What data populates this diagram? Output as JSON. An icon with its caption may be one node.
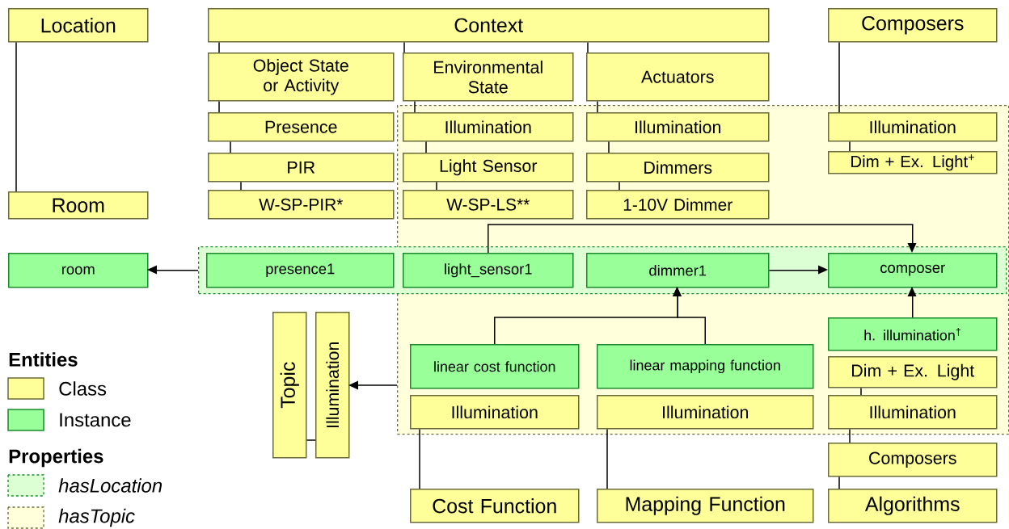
{
  "diagram": {
    "nodes": [
      {
        "text": [],
        "shape": "box"
      },
      {
        "text": [],
        "shape": "box"
      },
      {
        "text": [
          "Location"
        ]
      },
      {
        "text": [
          "Context"
        ]
      },
      {
        "text": [
          "Composers"
        ]
      },
      {
        "text": [
          "Object State or Activity"
        ]
      },
      {
        "text": [
          "Environmental State"
        ]
      },
      {
        "text": [
          "Actuators"
        ]
      },
      {
        "text": [
          "Presence"
        ]
      },
      {
        "text": [
          "Illumination"
        ],
        "in": 0
      },
      {
        "text": [
          "Illumination"
        ],
        "in": 0
      },
      {
        "text": [
          "Illumination"
        ],
        "in": 0
      },
      {
        "text": [
          "PIR"
        ]
      },
      {
        "text": [
          "Light Sensor"
        ],
        "in": 0
      },
      {
        "text": [
          "Dimmers"
        ],
        "in": 0
      },
      {
        "text": [
          "Dim + Ex. Light$^{+}$"
        ],
        "in": 0
      },
      {
        "text": [
          "Room"
        ]
      },
      {
        "text": [
          "W-SP-PIR*"
        ]
      },
      {
        "text": [
          "W-SP-LS**"
        ],
        "in": 0
      },
      {
        "text": [
          "1-10V Dimmer"
        ],
        "in": 0
      },
      {
        "text": [
          "room"
        ]
      },
      {
        "text": [
          "presence1"
        ],
        "in": 1
      },
      {
        "text": [
          "light_sensor1"
        ]
      },
      {
        "text": [
          "dimmer1"
        ]
      },
      {
        "text": [
          "composer"
        ]
      },
      {
        "text": [
          "Topic"
        ]
      },
      {
        "text": [
          "Illumination"
        ]
      },
      {
        "text": [
          "h. illumination$^{†}$"
        ],
        "in": 0
      },
      {
        "text": [
          "linear cost function"
        ],
        "in": 0
      },
      {
        "text": [
          "linear mapping function"
        ],
        "in": 0
      },
      {
        "text": [
          "Dim + Ex. Light"
        ],
        "in": 0
      },
      {
        "text": [
          "Illumination"
        ],
        "in": 0
      },
      {
        "text": [
          "Illumination"
        ],
        "in": 0
      },
      {
        "text": [
          "Illumination"
        ],
        "in": 0
      },
      {
        "text": [
          "Composers"
        ]
      },
      {
        "text": [
          "Cost Function"
        ]
      },
      {
        "text": [
          "Mapping Function"
        ]
      },
      {
        "text": [
          "Algorithms"
        ]
      }
    ],
    "edges": [
      {
        "from": 2,
        "to": 16,
        "arrow": "none"
      },
      {
        "from": 3,
        "to": 5,
        "arrow": "none"
      },
      {
        "from": 3,
        "to": 6,
        "arrow": "none"
      },
      {
        "from": 3,
        "to": 7,
        "arrow": "none"
      },
      {
        "from": 4,
        "to": 11,
        "arrow": "none"
      },
      {
        "from": 5,
        "to": 8,
        "arrow": "none"
      },
      {
        "from": 8,
        "to": 12,
        "arrow": "none"
      },
      {
        "from": 12,
        "to": 17,
        "arrow": "none"
      },
      {
        "from": 6,
        "to": 9,
        "arrow": "none"
      },
      {
        "from": 9,
        "to": 13,
        "arrow": "none"
      },
      {
        "from": 13,
        "to": 18,
        "arrow": "none"
      },
      {
        "from": 7,
        "to": 10,
        "arrow": "none"
      },
      {
        "from": 10,
        "to": 14,
        "arrow": "none"
      },
      {
        "from": 14,
        "to": 19,
        "arrow": "none"
      },
      {
        "from": 11,
        "to": 15,
        "arrow": "none"
      },
      {
        "from": 1,
        "to": 20,
        "arrow": "to"
      },
      {
        "from": 25,
        "to": 26,
        "arrow": "none"
      },
      {
        "from": 22,
        "to": 24,
        "arrow": "to"
      },
      {
        "from": 23,
        "to": 24,
        "arrow": "to"
      },
      {
        "from": 28,
        "to": 23,
        "arrow": "to"
      },
      {
        "from": 29,
        "to": 23,
        "arrow": "to"
      },
      {
        "from": 27,
        "to": 24,
        "arrow": "to"
      },
      {
        "from": 33,
        "to": 30,
        "arrow": "none"
      },
      {
        "from": 33,
        "to": 34,
        "arrow": "none"
      },
      {
        "from": 34,
        "to": 37,
        "arrow": "none"
      },
      {
        "from": 31,
        "to": 35,
        "arrow": "none"
      },
      {
        "from": 32,
        "to": 36,
        "arrow": "none"
      },
      {
        "from": 0,
        "to": 26,
        "arrow": "to"
      }
    ],
    "labels": [
      "Entities",
      "Properties"
    ],
    "legend": [
      {
        "text": "Class",
        "color": "#ffff99"
      },
      {
        "text": "Instance",
        "color": "#99ff99"
      },
      {
        "text": "*hasLocation*",
        "color": "#dcffd4"
      },
      {
        "text": "*hasTopic*",
        "color": "#ffffdc"
      }
    ]
  }
}
